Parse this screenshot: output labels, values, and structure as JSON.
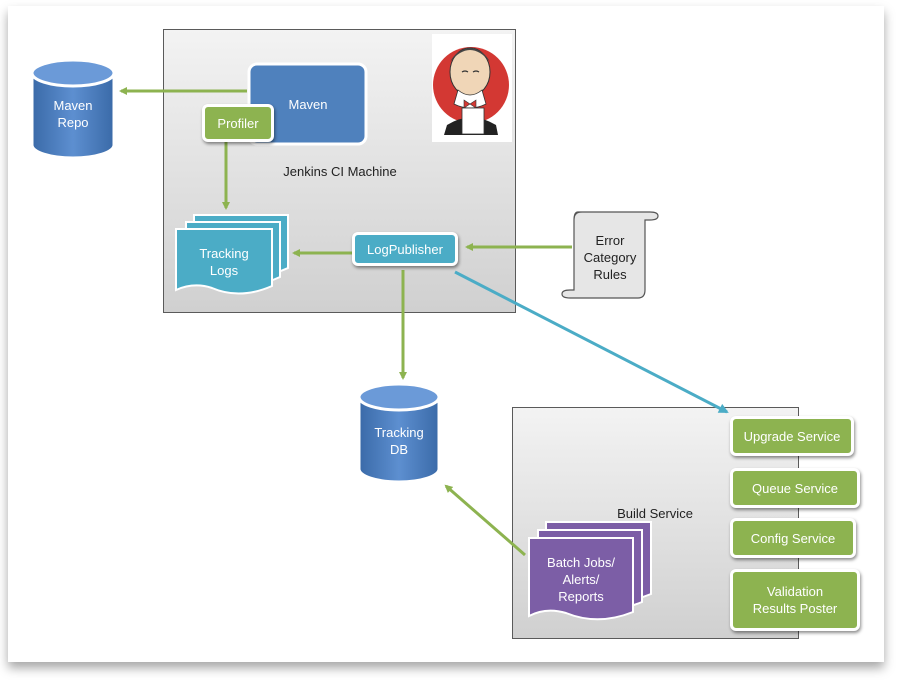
{
  "nodes": {
    "maven_repo": "Maven\nRepo",
    "maven": "Maven",
    "profiler": "Profiler",
    "jenkins_machine": "Jenkins CI Machine",
    "tracking_logs": "Tracking\nLogs",
    "log_publisher": "LogPublisher",
    "error_rules": "Error\nCategory\nRules",
    "tracking_db": "Tracking\nDB",
    "build_service": "Build Service",
    "batch_jobs": "Batch Jobs/\nAlerts/\nReports",
    "upgrade_service": "Upgrade Service",
    "queue_service": "Queue Service",
    "config_service": "Config Service",
    "validation_poster": "Validation\nResults Poster"
  },
  "colors": {
    "blue_node": "#4f81bd",
    "green_node": "#8db350",
    "teal_node": "#4bacc6",
    "purple_node": "#7c5ea6",
    "arrow_green": "#8db350",
    "arrow_teal": "#4bacc6"
  },
  "icons": {
    "jenkins_logo": "jenkins-butler-icon"
  }
}
